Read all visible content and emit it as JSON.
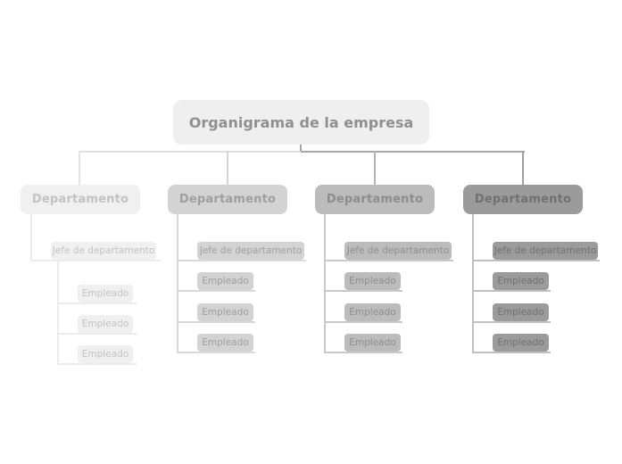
{
  "root": {
    "label": "Organigrama de la empresa"
  },
  "root_colors": {
    "box": "#efefef",
    "text": "#8f8f8f"
  },
  "connector_colors": {
    "left": "#e0e0e0",
    "right": "#a6a6a6",
    "stub": "#a2a2a2"
  },
  "columns": [
    {
      "department": "Departamento",
      "manager": "Jefe de departamento",
      "employees": [
        "Empleado",
        "Empleado",
        "Empleado"
      ],
      "colors": {
        "box": "#f0f0f0",
        "text": "#c2c2c2",
        "line": "#ececec",
        "drop": "#e4e4e4"
      }
    },
    {
      "department": "Departamento",
      "manager": "Jefe de departamento",
      "employees": [
        "Empleado",
        "Empleado",
        "Empleado"
      ],
      "colors": {
        "box": "#d3d3d3",
        "text": "#9e9e9e",
        "line": "#d9d9d9",
        "drop": "#d4d4d4"
      }
    },
    {
      "department": "Departamento",
      "manager": "Jefe de departamento",
      "employees": [
        "Empleado",
        "Empleado",
        "Empleado"
      ],
      "colors": {
        "box": "#bcbcbc",
        "text": "#8d8d8d",
        "line": "#c9c9c9",
        "drop": "#b3b3b3"
      }
    },
    {
      "department": "Departamento",
      "manager": "Jefe de departamento",
      "employees": [
        "Empleado",
        "Empleado",
        "Empleado"
      ],
      "colors": {
        "box": "#9b9b9b",
        "text": "#707070",
        "line": "#c0c0c0",
        "drop": "#9f9f9f"
      }
    }
  ]
}
